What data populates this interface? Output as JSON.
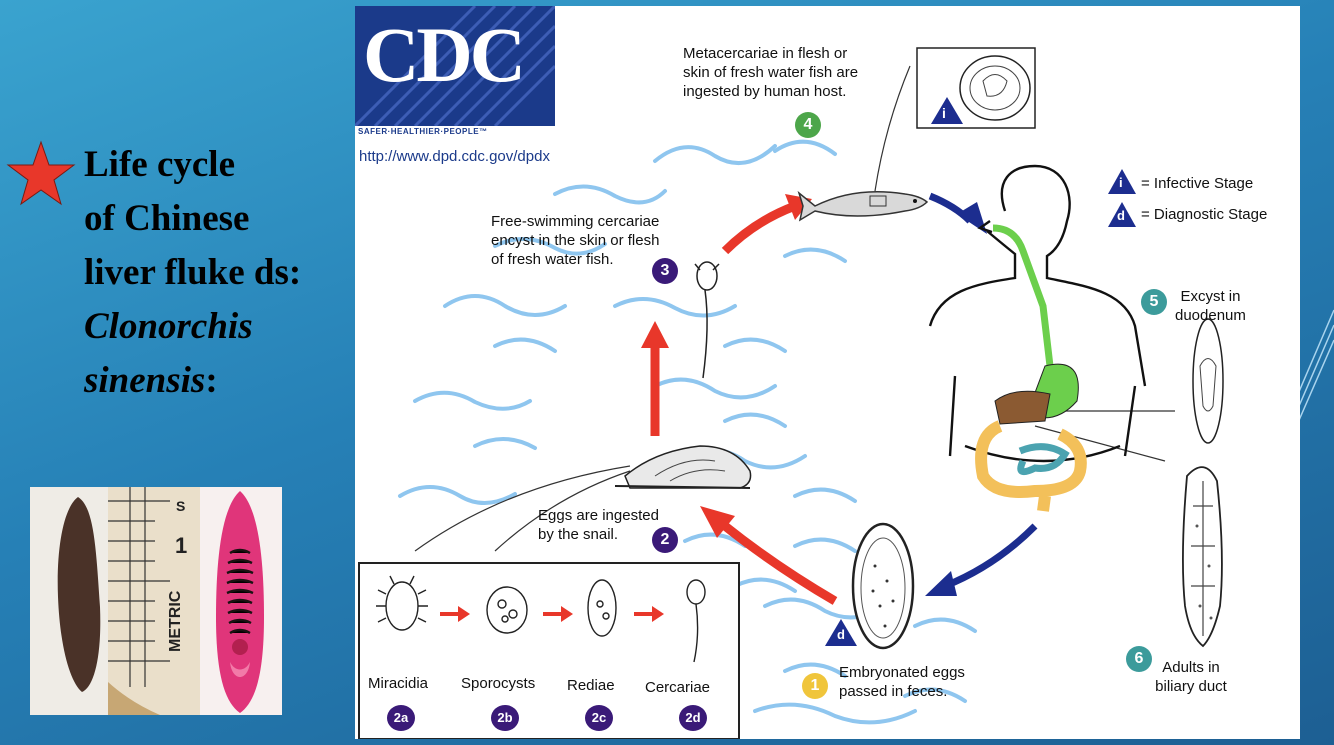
{
  "slide": {
    "title_line1": "Life cycle",
    "title_line2": "of Chinese",
    "title_line3": "liver fluke ds:",
    "title_line4": "Clonorchis",
    "title_line5_italic": "sinensis",
    "title_line5_end": ":",
    "star_icon": "red-star-icon",
    "photo_ruler_text": "METRIC",
    "photo_ruler_number": "1",
    "photo_ruler_s": "S"
  },
  "diagram": {
    "logo_text": "CDC",
    "logo_tagline": "SAFER·HEALTHIER·PEOPLE™",
    "url": "http://www.dpd.cdc.gov/dpdx",
    "legend": {
      "infective_symbol": "i",
      "infective_text": "= Infective Stage",
      "diagnostic_symbol": "d",
      "diagnostic_text": "= Diagnostic Stage"
    },
    "steps": {
      "s1": {
        "num": "1",
        "line1": "Embryonated eggs",
        "line2": "passed in feces."
      },
      "s2": {
        "num": "2",
        "line1": "Eggs are ingested",
        "line2": "by the snail."
      },
      "s3": {
        "num": "3",
        "line1": "Free-swimming cercariae",
        "line2": "encyst in the skin or flesh",
        "line3": "of fresh water fish."
      },
      "s4": {
        "num": "4",
        "line1": "Metacercariae in flesh or",
        "line2": "skin of fresh water fish are",
        "line3": "ingested by human host."
      },
      "s5": {
        "num": "5",
        "line1": "Excyst in",
        "line2": "duodenum"
      },
      "s6": {
        "num": "6",
        "line1": "Adults in",
        "line2": "biliary duct"
      }
    },
    "sub_stages": [
      {
        "num": "2a",
        "name": "Miracidia"
      },
      {
        "num": "2b",
        "name": "Sporocysts"
      },
      {
        "num": "2c",
        "name": "Rediae"
      },
      {
        "num": "2d",
        "name": "Cercariae"
      }
    ],
    "marker_d": "d",
    "marker_i": "i"
  },
  "colors": {
    "arrow_red": "#e8372a",
    "arrow_blue": "#1c2d8f",
    "water_blue": "#8fc6ef",
    "badge_purple": "#3a1a78",
    "badge_green": "#4da64a",
    "badge_teal": "#3c9b9b",
    "badge_yellow": "#f0c53b"
  }
}
